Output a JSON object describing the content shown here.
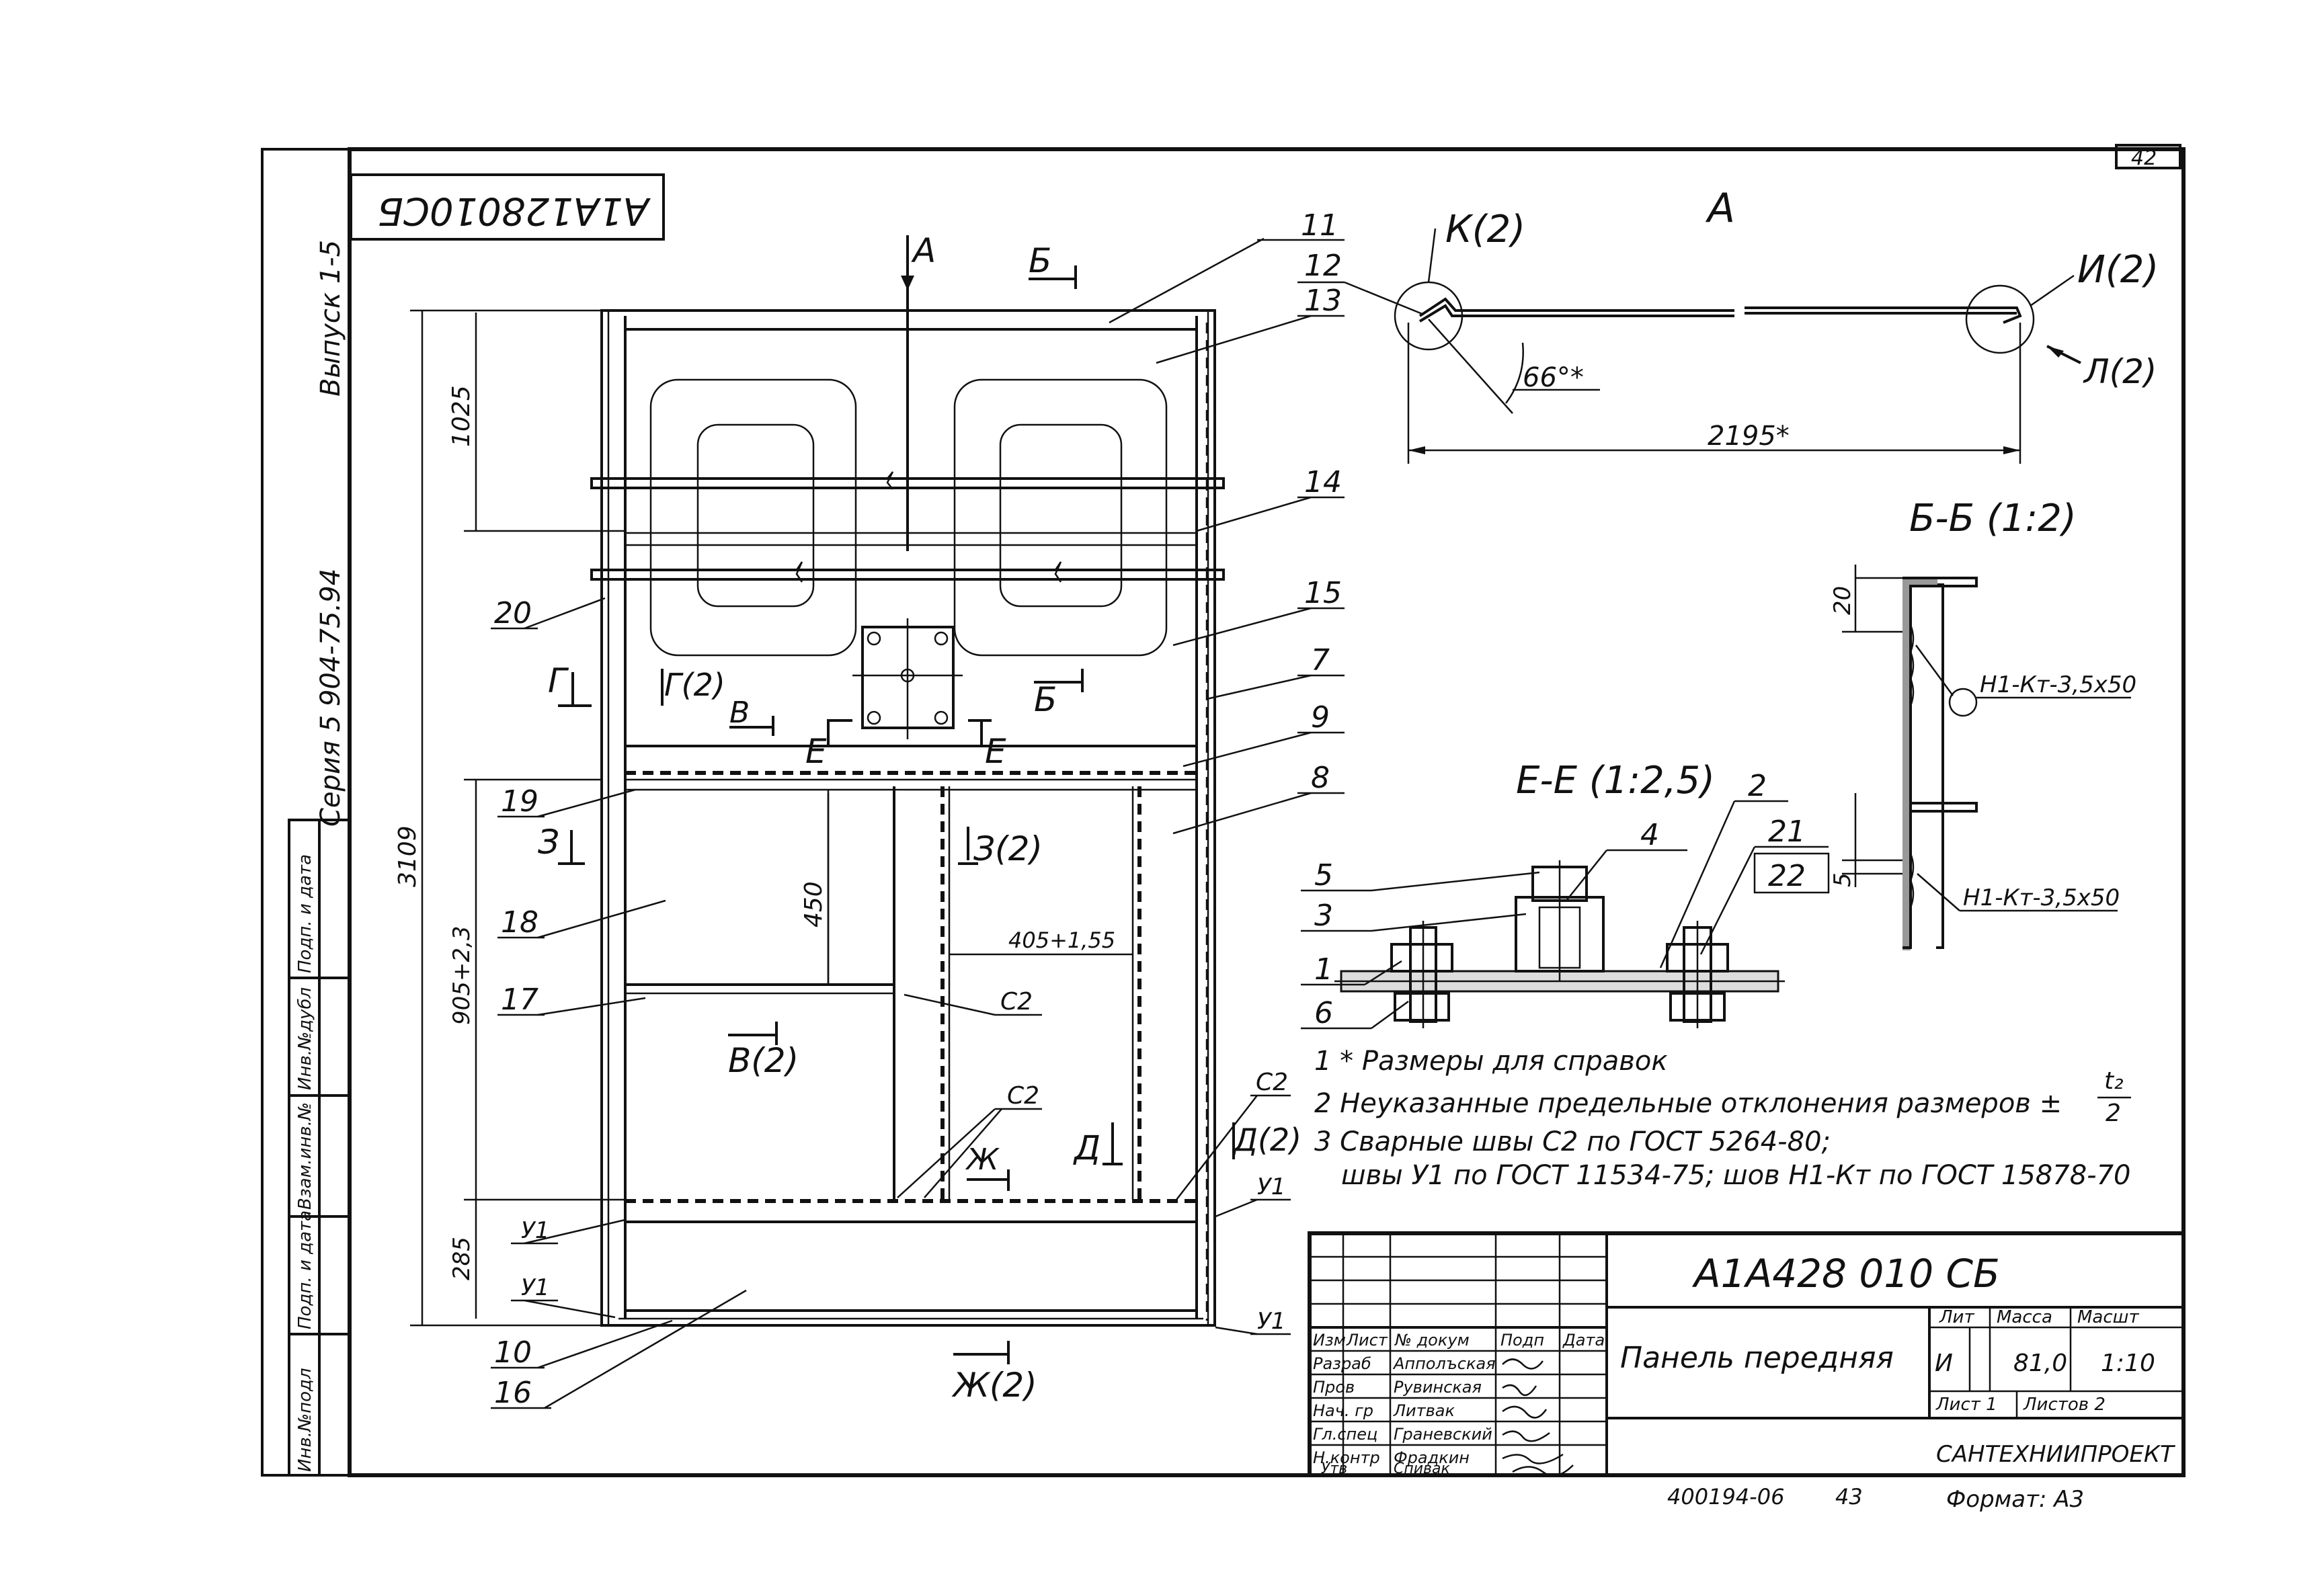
{
  "sheet_number": "42",
  "stamp_code_rotated": "A1A128010СБ",
  "series": {
    "vypusk": "Выпуск 1-5",
    "seriya": "Серия 5 904-75.94"
  },
  "side_stamp": [
    "Инв.№подл",
    "Подп. и дата",
    "Взам.инв.№",
    "Инв.№дубл",
    "Подп. и дата"
  ],
  "section_labels": {
    "view_a": "А",
    "arrow_a": "А",
    "b_top": "Б",
    "b_mid": "Б",
    "g": "Г",
    "g2": "Г(2)",
    "v": "В",
    "v2": "В(2)",
    "e_left": "Е",
    "e_right": "Е",
    "z": "З",
    "z2": "З(2)",
    "zh": "Ж",
    "zh2": "Ж(2)",
    "d": "Д",
    "d2": "Д(2)",
    "k2": "К(2)",
    "i2": "И(2)",
    "l2": "Л(2)",
    "section_bb": "Б-Б (1:2)",
    "section_ee": "Е-Е (1:2,5)"
  },
  "dimensions": {
    "d1025": "1025",
    "d3109": "3109",
    "d905": "905+2,3",
    "d285": "285",
    "d450": "450",
    "d405": "405+1,55",
    "angle": "66°*",
    "length": "2195*",
    "d20": "20",
    "d5": "5"
  },
  "positions": [
    "1",
    "2",
    "3",
    "4",
    "5",
    "6",
    "7",
    "8",
    "9",
    "10",
    "11",
    "12",
    "13",
    "14",
    "15",
    "16",
    "17",
    "18",
    "19",
    "20",
    "21",
    "22"
  ],
  "weld_labels": {
    "c2_a": "С2",
    "c2_b": "С2",
    "c2_c": "С2",
    "y1_a": "У1",
    "y1_b": "У1",
    "y1_c": "У1",
    "y1_d": "У1",
    "h1_a": "Н1-Кт-3,5х50",
    "h1_b": "Н1-Кт-3,5х50"
  },
  "notes": [
    "1 * Размеры для справок",
    "2 Неуказанные предельные отклонения размеров ±",
    "3 Сварные швы С2 по ГОСТ 5264-80;",
    "швы У1 по ГОСТ 11534-75; шов Н1-Кт по ГОСТ 15878-70"
  ],
  "tolerance_fraction": {
    "numerator": "t₂",
    "denominator": "2"
  },
  "title_block": {
    "designation": "А1А428 010 СБ",
    "name": "Панель передняя",
    "header": [
      "Изм",
      "Лист",
      "№ докум",
      "Подп",
      "Дата"
    ],
    "roles": [
      {
        "role": "Разраб",
        "name": "Апполъская"
      },
      {
        "role": "Пров",
        "name": "Рувинская"
      },
      {
        "role": "Нач. гр",
        "name": "Литвак"
      },
      {
        "role": "Гл.спец",
        "name": "Граневский"
      },
      {
        "role": "Н.контр",
        "name": "Фрадкин"
      },
      {
        "role": "Утв",
        "name": "Спивак"
      }
    ],
    "lit_label": "Лит",
    "mass_label": "Масса",
    "scale_label": "Масшт",
    "lit_value": "И",
    "mass_value": "81,0",
    "scale_value": "1:10",
    "sheet_label": "Лист 1",
    "sheets_label": "Листов 2",
    "organization": "САНТЕХНИИПРОЕКТ"
  },
  "bottom_code": "400194-06",
  "bottom_code_page": "43",
  "format": "Формат: А3"
}
